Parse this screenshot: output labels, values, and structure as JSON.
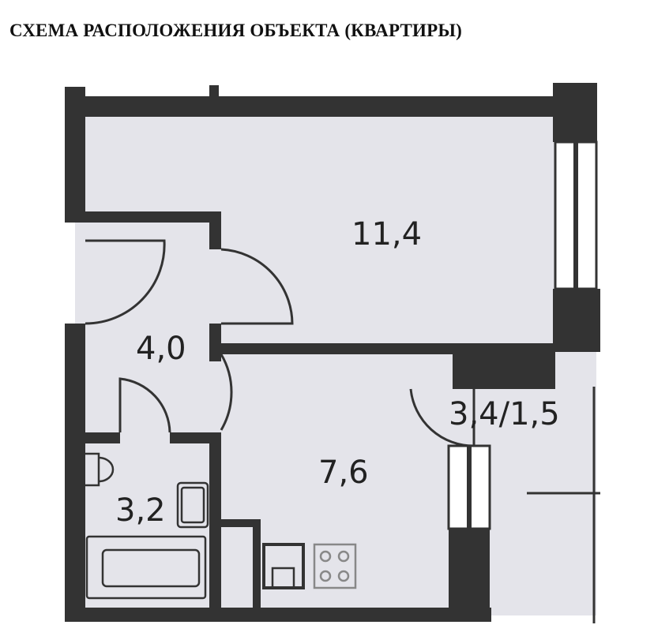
{
  "title": "СХЕМА РАСПОЛОЖЕНИЯ ОБЪЕКТА (КВАРТИРЫ)",
  "rooms": {
    "living_room": "11,4",
    "hallway": "4,0",
    "kitchen": "7,6",
    "bathroom": "3,2",
    "balcony": "3,4/1,5"
  },
  "colors": {
    "floor": "#e4e4ea",
    "wall": "#333333"
  }
}
